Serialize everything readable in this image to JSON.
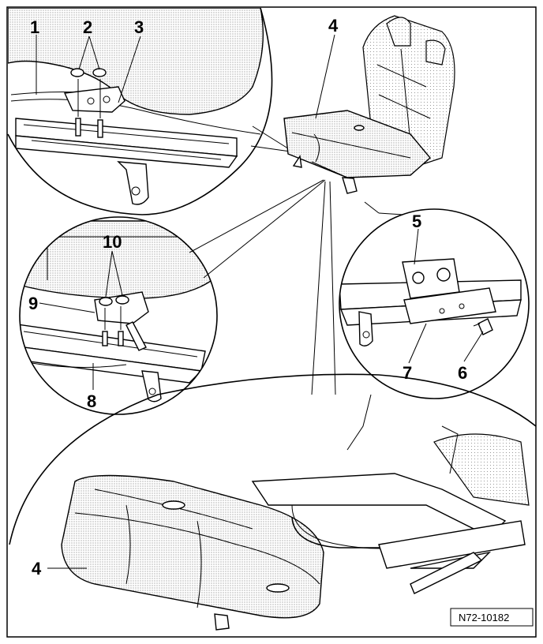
{
  "callouts": {
    "c1": "1",
    "c2": "2",
    "c3": "3",
    "c4_top": "4",
    "c5": "5",
    "c6": "6",
    "c7": "7",
    "c8": "8",
    "c9": "9",
    "c10": "10",
    "c4_bottom": "4"
  },
  "reference_code": "N72-10182"
}
